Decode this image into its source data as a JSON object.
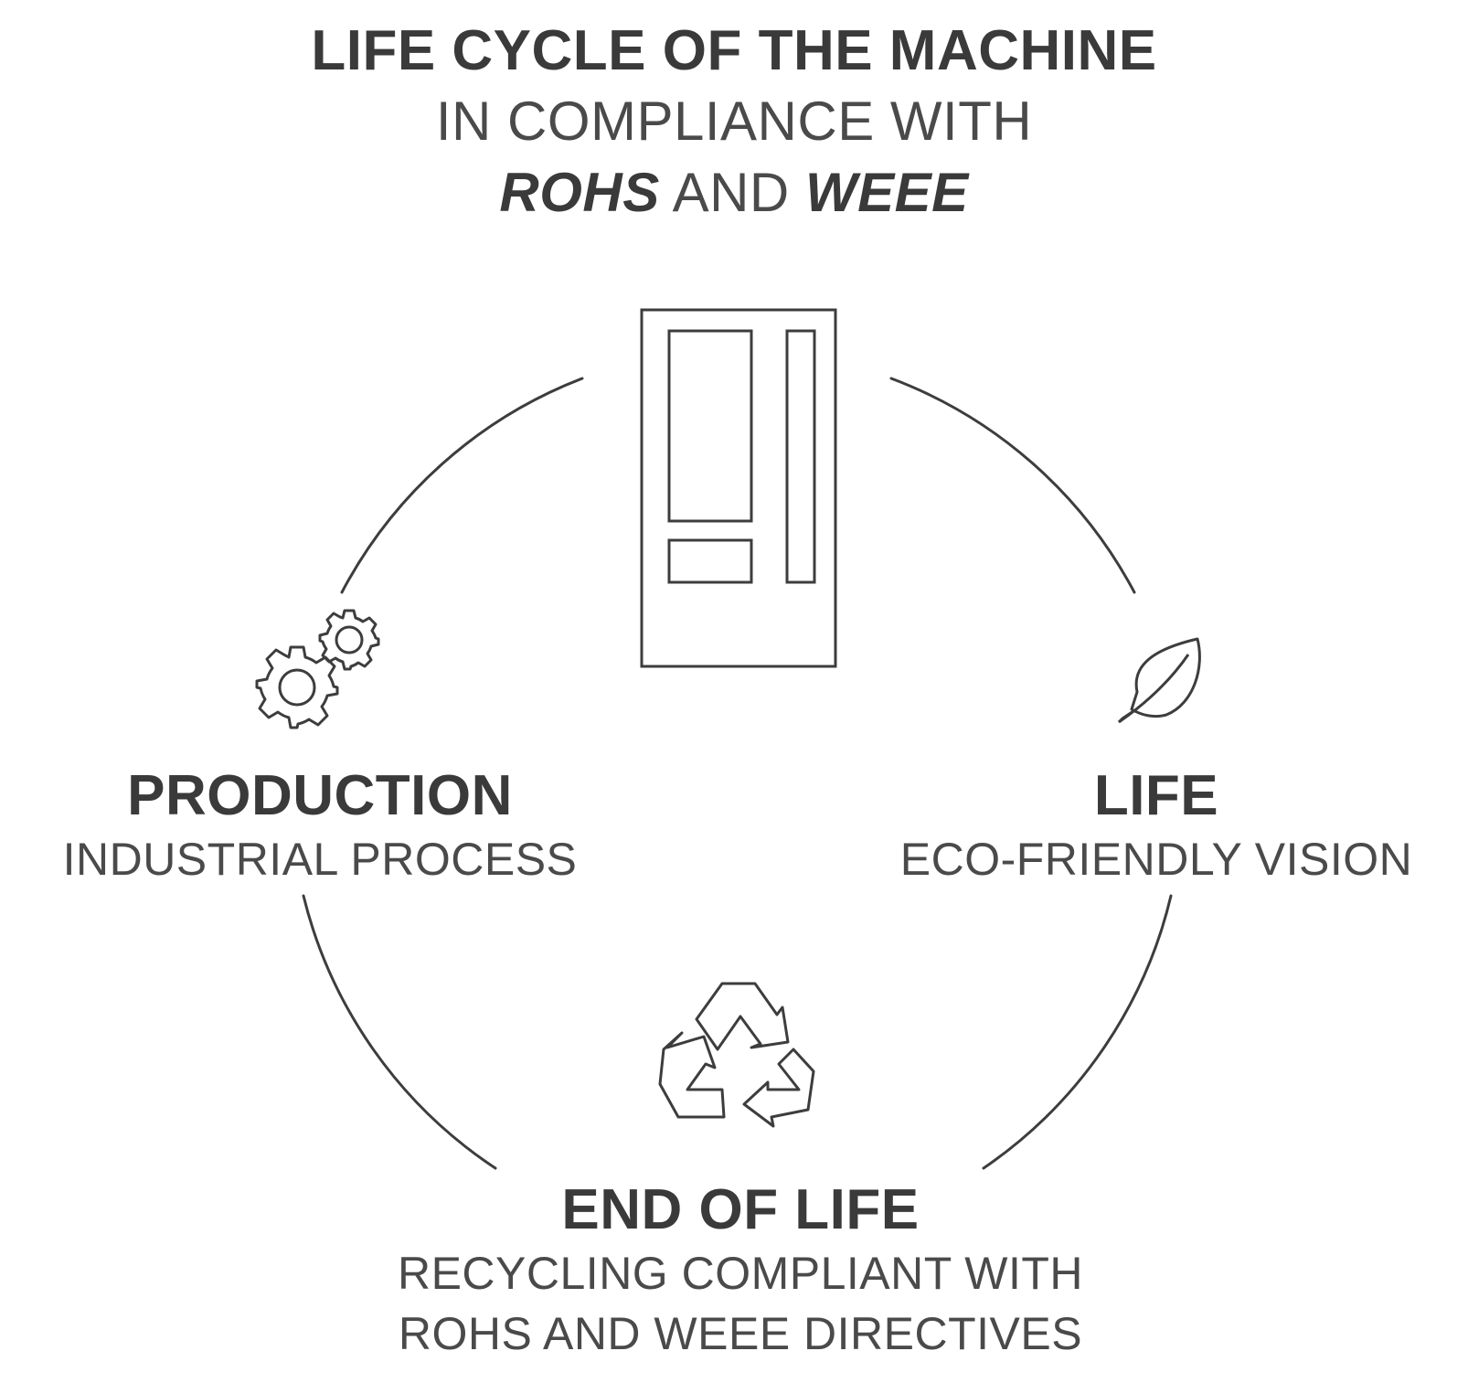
{
  "header": {
    "title": "LIFE CYCLE OF THE MACHINE",
    "subtitle": "IN COMPLIANCE WITH",
    "line3_part1": "ROHS",
    "line3_mid": " AND ",
    "line3_part2": "WEEE"
  },
  "stages": {
    "production": {
      "heading": "PRODUCTION",
      "description": "INDUSTRIAL PROCESS",
      "icon": "gears-icon"
    },
    "life": {
      "heading": "LIFE",
      "description": "ECO-FRIENDLY VISION",
      "icon": "leaf-icon"
    },
    "end_of_life": {
      "heading": "END OF LIFE",
      "description_line1": "RECYCLING COMPLIANT WITH",
      "description_line2": "ROHS AND WEEE DIRECTIVES",
      "icon": "recycle-icon"
    }
  },
  "center_icon": "vending-machine-icon",
  "colors": {
    "stroke": "#3d3d3d",
    "background": "#ffffff"
  }
}
